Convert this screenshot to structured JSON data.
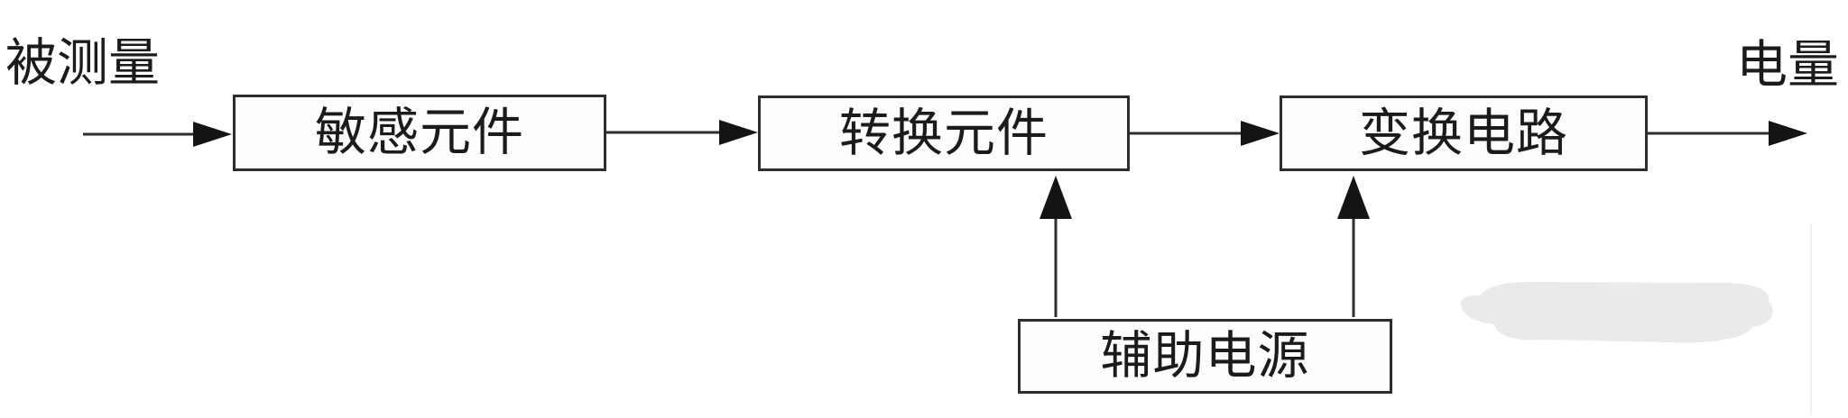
{
  "diagram": {
    "input_label": "被测量",
    "output_label": "电量",
    "boxes": [
      {
        "name": "sensitive-element",
        "label": "敏感元件"
      },
      {
        "name": "transducing-element",
        "label": "转换元件"
      },
      {
        "name": "conversion-circuit",
        "label": "变换电路"
      },
      {
        "name": "auxiliary-power",
        "label": "辅助电源"
      }
    ],
    "connections": [
      {
        "from": "被测量",
        "to": "敏感元件"
      },
      {
        "from": "敏感元件",
        "to": "转换元件"
      },
      {
        "from": "转换元件",
        "to": "变换电路"
      },
      {
        "from": "变换电路",
        "to": "电量"
      },
      {
        "from": "辅助电源",
        "to": "转换元件"
      },
      {
        "from": "辅助电源",
        "to": "变换电路"
      }
    ],
    "colors": {
      "line": "#2d2d2d",
      "box_border": "#2d2d2d",
      "box_fill": "#fdfdfc",
      "text": "#1b1b1b",
      "background": "#ffffff",
      "smudge": "#e9eaec"
    }
  }
}
